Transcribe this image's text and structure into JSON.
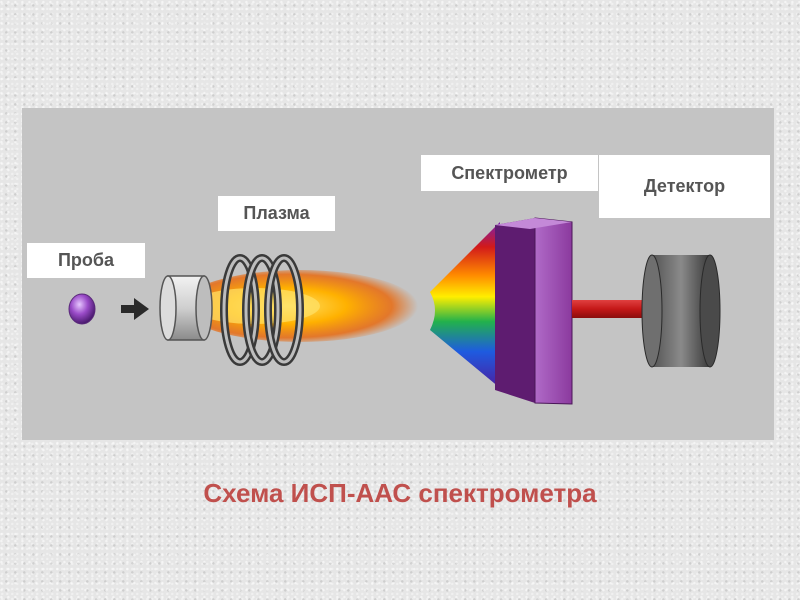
{
  "labels": {
    "sample": "Проба",
    "plasma": "Плазма",
    "spectrometer": "Спектрометр",
    "detector": "Детектор"
  },
  "caption": "Схема ИСП-ААС спектрометра",
  "icons": [
    "sample-droplet-icon",
    "arrow-icon",
    "nozzle-icon",
    "induction-coil-icon",
    "plasma-flame-icon",
    "prism-spectrum-icon",
    "light-beam-icon",
    "detector-cylinder-icon"
  ],
  "colors": {
    "panel": "#c4c4c4",
    "caption": "#c0504d",
    "prism": "#8b3a9e",
    "beam": "#c41818",
    "sample": "#9a4bc8"
  }
}
